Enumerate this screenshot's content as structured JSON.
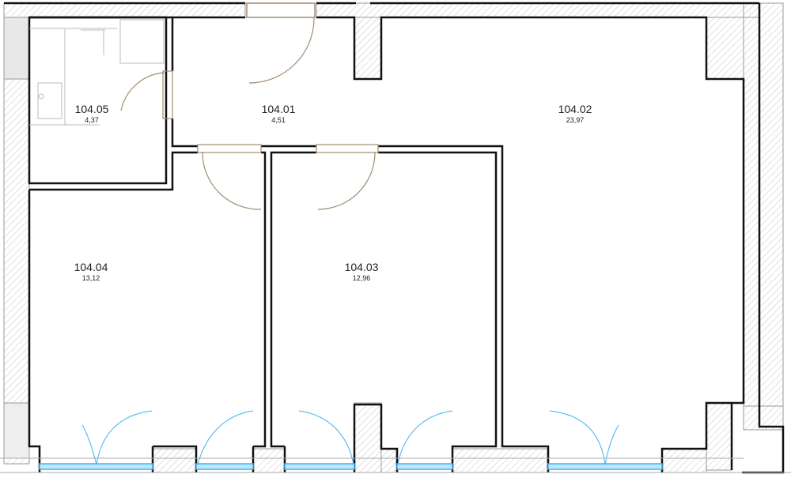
{
  "rooms": [
    {
      "number": "104.01",
      "area": "4,51"
    },
    {
      "number": "104.02",
      "area": "23,97"
    },
    {
      "number": "104.03",
      "area": "12,96"
    },
    {
      "number": "104.04",
      "area": "13,12"
    },
    {
      "number": "104.05",
      "area": "4,37"
    }
  ],
  "colors": {
    "wall": "#111111",
    "hatch": "#bbbbbb",
    "door": "#a08c70",
    "window": "#3bb3f5"
  }
}
